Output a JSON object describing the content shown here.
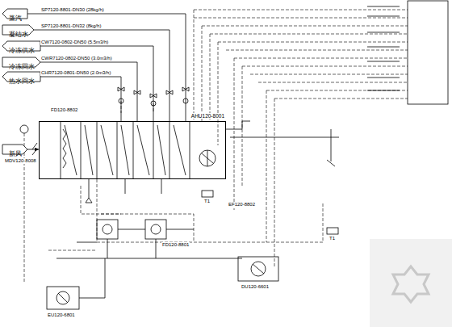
{
  "diagram": {
    "nodes": [
      {
        "text": [
          "蒸汽"
        ]
      },
      {
        "text": [
          "凝结水"
        ]
      },
      {
        "text": [
          "冷冻供水"
        ]
      },
      {
        "text": [
          "冷冻回水"
        ]
      },
      {
        "text": [
          "热水回水"
        ]
      },
      {
        "text": [
          "新风"
        ]
      },
      {
        "text": [
          "AHU120-8001"
        ]
      }
    ],
    "edges": [
      {
        "from": 0,
        "to": 6,
        "arrow": "none"
      },
      {
        "from": 1,
        "to": 6,
        "arrow": "none"
      },
      {
        "from": 2,
        "to": 6,
        "arrow": "none"
      },
      {
        "from": 3,
        "to": 6,
        "arrow": "none"
      },
      {
        "from": 4,
        "to": 6,
        "arrow": "none"
      },
      {
        "from": 5,
        "to": 6,
        "arrow": "to"
      }
    ],
    "labels": [
      "SP7120-8801-DN30 (28kg/h)",
      "SP7120-8801-DN32 (8kg/h)",
      "CW7120-0802-DN50 (5.5m3/h)",
      "CWR7120-0802-DN50 (3.0m3/h)",
      "CHR7120-0801-DN50 (2.0m3/h)",
      "FD120-8802",
      "MDV120-8008",
      "FD120-8801",
      "EF120-8802",
      "EU120-6801",
      "DU120-6601",
      "T1",
      "T1"
    ]
  }
}
